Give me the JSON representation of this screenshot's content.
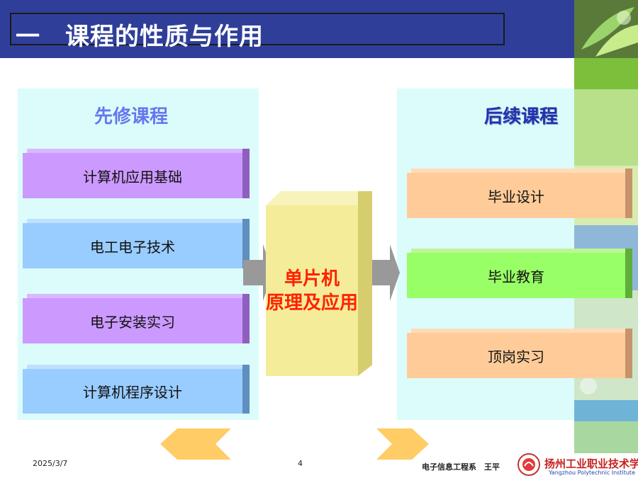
{
  "header": {
    "title": "一　课程的性质与作用"
  },
  "left_column": {
    "title": "先修课程",
    "items": [
      {
        "label": "计算机应用基础",
        "color": "#cc99ff"
      },
      {
        "label": "电工电子技术",
        "color": "#99ccff"
      },
      {
        "label": "电子安装实习",
        "color": "#cc99ff"
      },
      {
        "label": "计算机程序设计",
        "color": "#99ccff"
      }
    ]
  },
  "center": {
    "line1": "单片机",
    "line2": "原理及应用",
    "color": "#f5ec9a",
    "text_color": "#ff2200"
  },
  "right_column": {
    "title": "后续课程",
    "items": [
      {
        "label": "毕业设计",
        "color": "#ffcc99"
      },
      {
        "label": "毕业教育",
        "color": "#99ff66"
      },
      {
        "label": "顶岗实习",
        "color": "#ffcc99"
      }
    ]
  },
  "footer": {
    "date": "2025/3/7",
    "page": "4",
    "department": "电子信息工程系　王平",
    "school_name": "扬州工业职业技术学院",
    "school_name_en": "Yangzhou Polytechnic Institute"
  },
  "colors": {
    "header_bg": "#2f3f99",
    "panel_bg": "#dcfcfc",
    "left_title": "#6677ee",
    "right_title": "#2233aa",
    "arrow_nav": "#ffcc66"
  }
}
